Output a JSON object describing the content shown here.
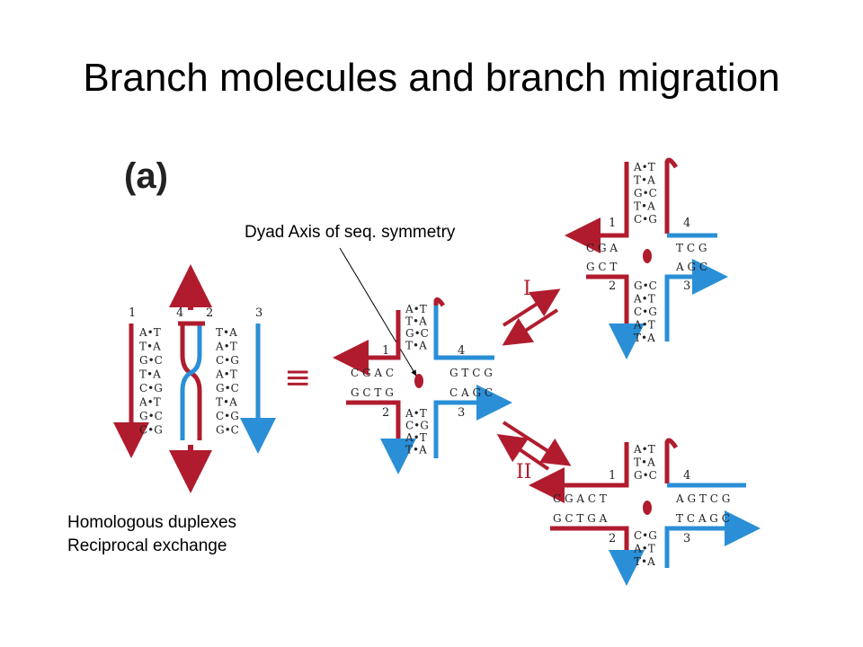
{
  "title": "Branch molecules and branch migration",
  "panel_label": "(a)",
  "dyad_label": "Dyad Axis of seq. symmetry",
  "caption": {
    "line1": "Homologous duplexes",
    "line2": "Reciprocal exchange"
  },
  "equivalence_symbol": "≡",
  "pathway_labels": {
    "upper": "I",
    "lower": "II"
  },
  "strand_numbers": [
    "1",
    "2",
    "3",
    "4"
  ],
  "colors": {
    "red_strand": "#b01c2e",
    "blue_strand": "#2a8fd6",
    "text": "#000000"
  },
  "duplexes": {
    "left_pairs": [
      "A•T",
      "T•A",
      "G•C",
      "T•A",
      "C•G",
      "A•T",
      "G•C",
      "C•G"
    ],
    "right_pairs": [
      "T•A",
      "A•T",
      "C•G",
      "A•T",
      "G•C",
      "T•A",
      "C•G",
      "G•C"
    ]
  },
  "junction_center": {
    "top_arm": [
      "A•T",
      "T•A",
      "G•C",
      "T•A"
    ],
    "bottom_arm": [
      "A•T",
      "C•G",
      "A•T",
      "T•A"
    ],
    "left_top": "C G A C",
    "left_bottom": "G C T G",
    "right_top": "G T C G",
    "right_bottom": "C A G C"
  },
  "junction_upper": {
    "top_arm": [
      "A•T",
      "T•A",
      "G•C",
      "T•A",
      "C•G"
    ],
    "bottom_arm": [
      "G•C",
      "A•T",
      "C•G",
      "A•T",
      "T•A"
    ],
    "left_top": "C G A",
    "left_bottom": "G C T",
    "right_top": "T C G",
    "right_bottom": "A G C"
  },
  "junction_lower": {
    "top_arm": [
      "A•T",
      "T•A",
      "G•C"
    ],
    "bottom_arm": [
      "C•G",
      "A•T",
      "T•A"
    ],
    "left_top": "C G A C T",
    "left_bottom": "G C T G A",
    "right_top": "A G T C G",
    "right_bottom": "T C A G C"
  }
}
